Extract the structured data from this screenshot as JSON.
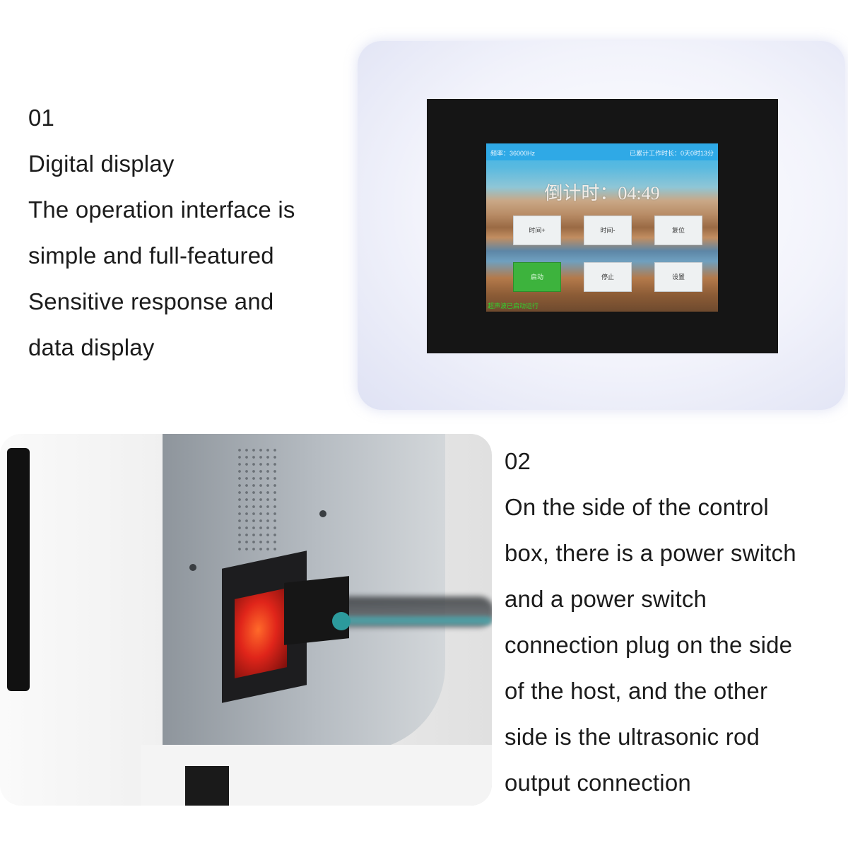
{
  "section1": {
    "number": "01",
    "lines": [
      "Digital display",
      "The operation interface is",
      "simple and full-featured",
      "Sensitive response and",
      "data display"
    ],
    "screen": {
      "freq_label": "频率：36000Hz",
      "total_label": "已累计工作时长：0天0时13分",
      "countdown": "倒计时：04:49",
      "buttons": [
        "时间+",
        "时间-",
        "复位",
        "启动",
        "停止",
        "设置"
      ],
      "status": "超声波已启动运行"
    }
  },
  "section2": {
    "number": "02",
    "lines": [
      "On the side of the control",
      "box, there is a power switch",
      "and a power switch",
      "connection plug on the side",
      "of the host, and the other",
      "side is the ultrasonic rod",
      "output connection"
    ]
  }
}
